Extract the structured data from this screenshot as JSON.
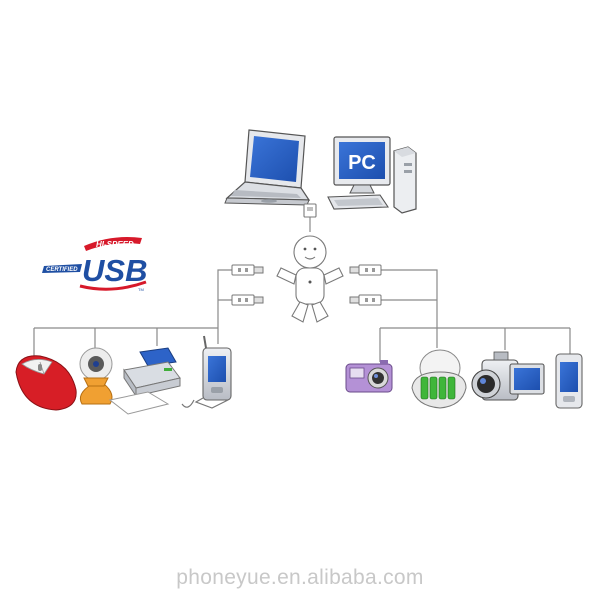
{
  "logo": {
    "hi_speed": "HI-SPEED",
    "certified": "CERTIFIED",
    "usb": "USB",
    "tm": "TM",
    "colors": {
      "red": "#d7192a",
      "blue": "#1f4fa3"
    }
  },
  "pc_label": "PC",
  "watermark": "phoneyue.en.alibaba.com",
  "devices_left": [
    "mouse-icon",
    "webcam-icon",
    "printer-icon",
    "pda-phone-icon"
  ],
  "devices_right": [
    "digital-camera-icon",
    "battery-charger-icon",
    "video-camera-icon",
    "mobile-phone-icon"
  ],
  "hosts": [
    "laptop-icon",
    "desktop-pc-icon"
  ],
  "hub": "usb-hub-robot-icon",
  "colors": {
    "line": "#8a8a8a",
    "screen": "#2d63c8",
    "device_gray": "#c9ccd2"
  }
}
